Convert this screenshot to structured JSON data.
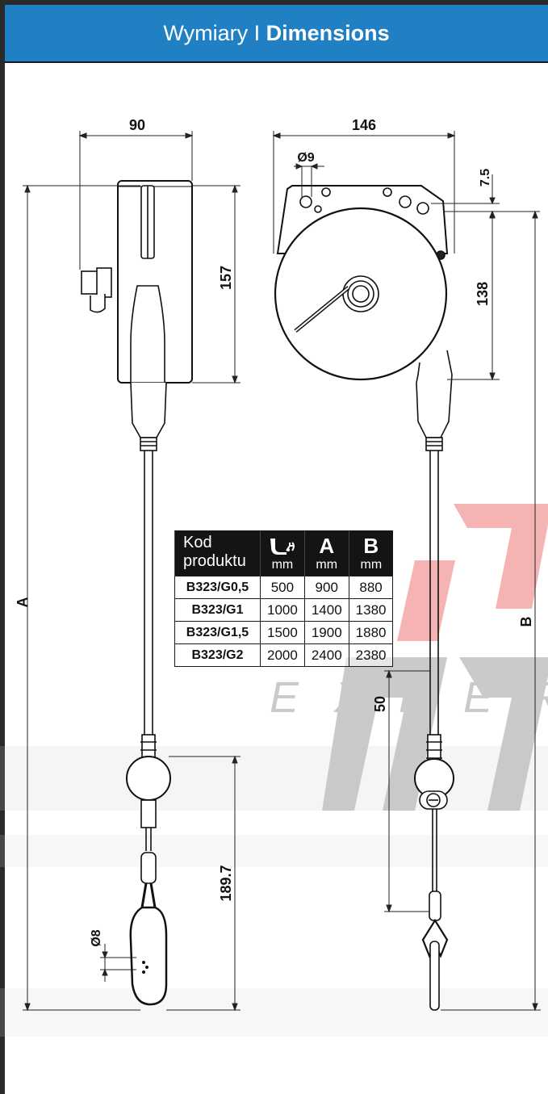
{
  "header": {
    "title_pl": "Wymiary",
    "separator": " I ",
    "title_en": "Dimensions",
    "color": "#2180c4"
  },
  "watermark": {
    "text": "EXPERT",
    "color": "#e63939"
  },
  "dimensions": {
    "side_width": "90",
    "front_width": "146",
    "side_height": "157",
    "hole_diameter": "Ø9",
    "top_offset": "7.5",
    "front_height": "138",
    "total_length_label": "A",
    "hook_length_label": "B",
    "lower_length": "189.7",
    "carabiner_diameter": "Ø8",
    "clamp_distance": "50"
  },
  "table": {
    "header_kod": "Kod",
    "header_produktu": "produktu",
    "header_a": "A",
    "header_b": "B",
    "unit": "mm",
    "stroke_icon": "cable-stroke-icon",
    "rows": [
      {
        "code": "B323/G0,5",
        "stroke": "500",
        "a": "900",
        "b": "880"
      },
      {
        "code": "B323/G1",
        "stroke": "1000",
        "a": "1400",
        "b": "1380"
      },
      {
        "code": "B323/G1,5",
        "stroke": "1500",
        "a": "1900",
        "b": "1880"
      },
      {
        "code": "B323/G2",
        "stroke": "2000",
        "a": "2400",
        "b": "2380"
      }
    ]
  }
}
